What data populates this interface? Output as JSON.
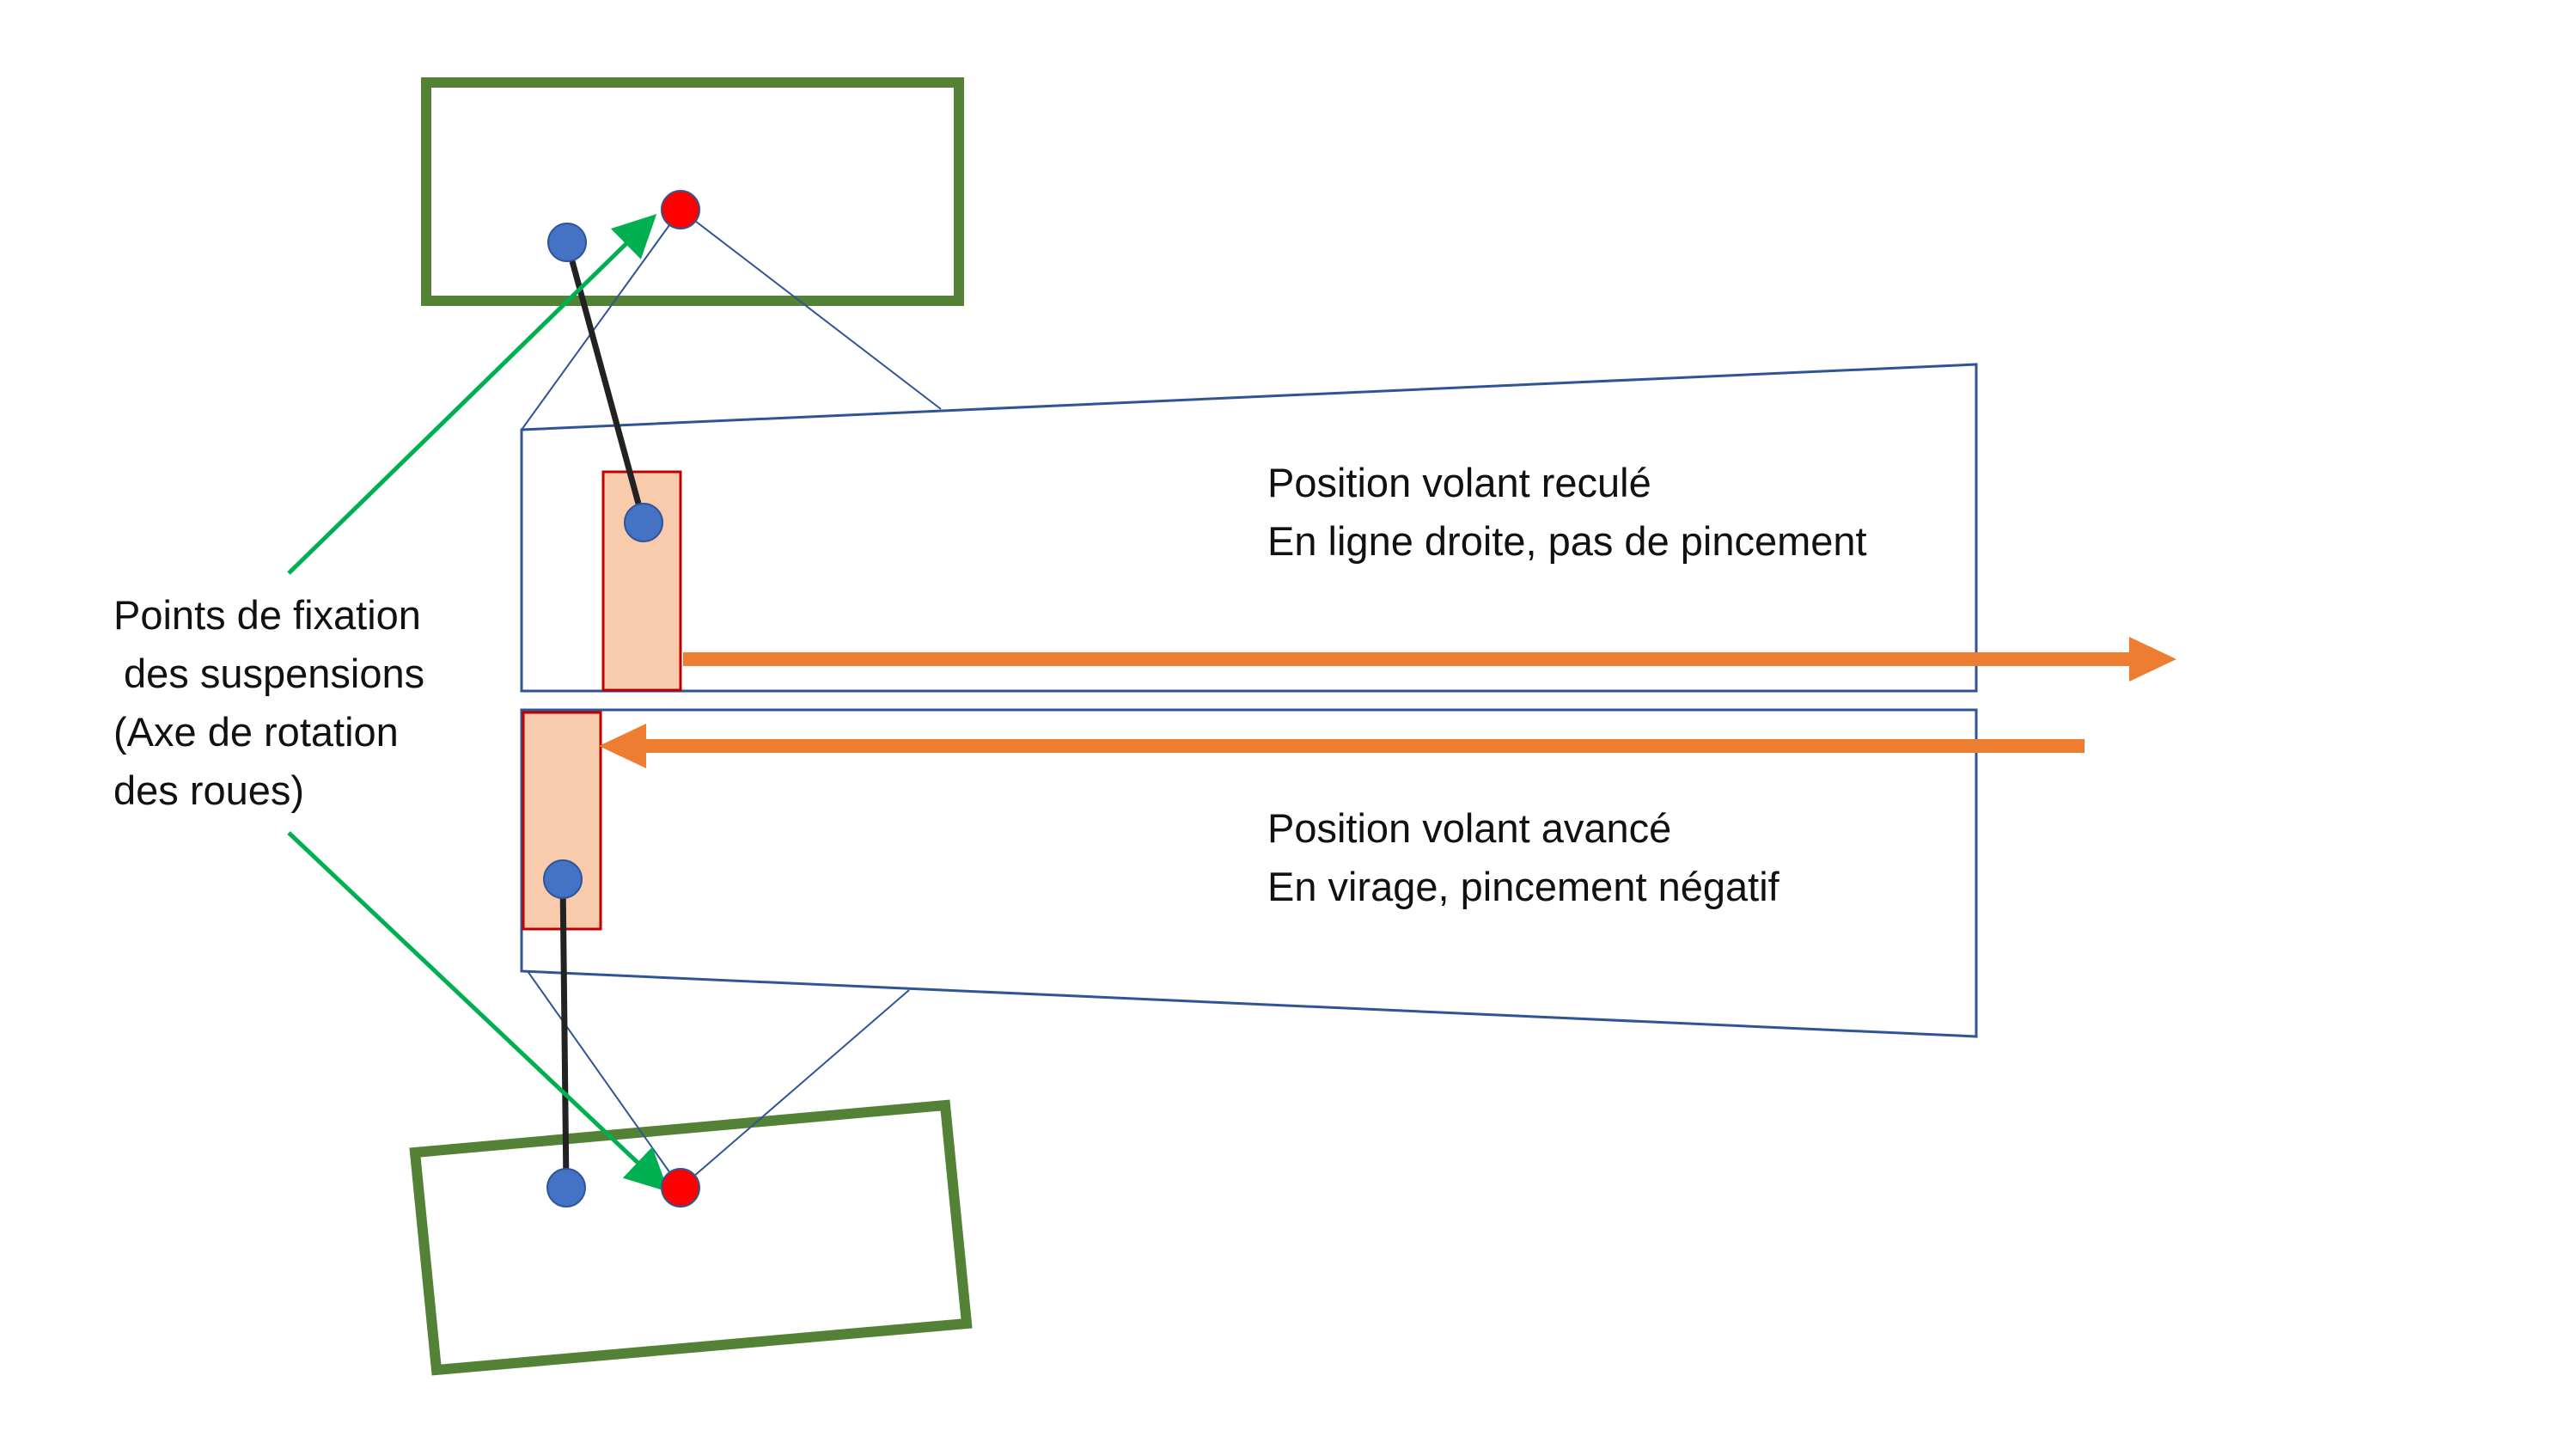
{
  "colors": {
    "wheel": "#538135",
    "chassis": "#2F5597",
    "pivot": "#4472C4",
    "axis_point": "#FF0000",
    "rack": "#F8CBAD",
    "rack_border": "#C00000",
    "arrow": "#ED7D31",
    "pointer_arrow": "#00B050",
    "rod": "#222222"
  },
  "label_fixation": {
    "line1": "Points de fixation",
    "line2": "des suspensions",
    "line3": "(Axe de rotation",
    "line4": "des roues)"
  },
  "label_recule": {
    "line1": "Position volant reculé",
    "line2": "En ligne droite, pas de pincement"
  },
  "label_avance": {
    "line1": "Position volant avancé",
    "line2": "En virage, pincement négatif"
  }
}
